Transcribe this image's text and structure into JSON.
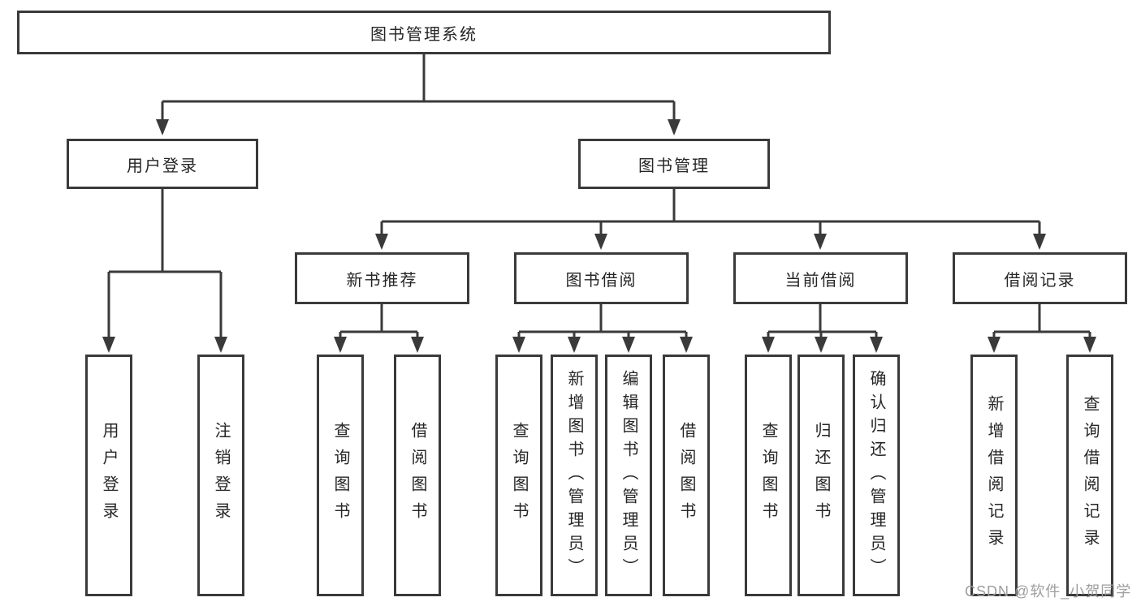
{
  "tree": {
    "root": "图书管理系统",
    "branches": [
      {
        "label": "用户登录",
        "children": [
          "用户登录",
          "注销登录"
        ]
      },
      {
        "label": "图书管理",
        "groups": [
          {
            "label": "新书推荐",
            "children": [
              "查询图书",
              "借阅图书"
            ]
          },
          {
            "label": "图书借阅",
            "children": [
              "查询图书",
              "新增图书（管理员）",
              "编辑图书（管理员）",
              "借阅图书"
            ]
          },
          {
            "label": "当前借阅",
            "children": [
              "查询图书",
              "归还图书",
              "确认归还（管理员）"
            ]
          },
          {
            "label": "借阅记录",
            "children": [
              "新增借阅记录",
              "查询借阅记录"
            ]
          }
        ]
      }
    ]
  },
  "watermark": "CSDN @软件_小贺同学",
  "colors": {
    "line": "#3a3a3a",
    "text": "#262626",
    "watermark": "#9e9e9e",
    "background": "#ffffff"
  }
}
